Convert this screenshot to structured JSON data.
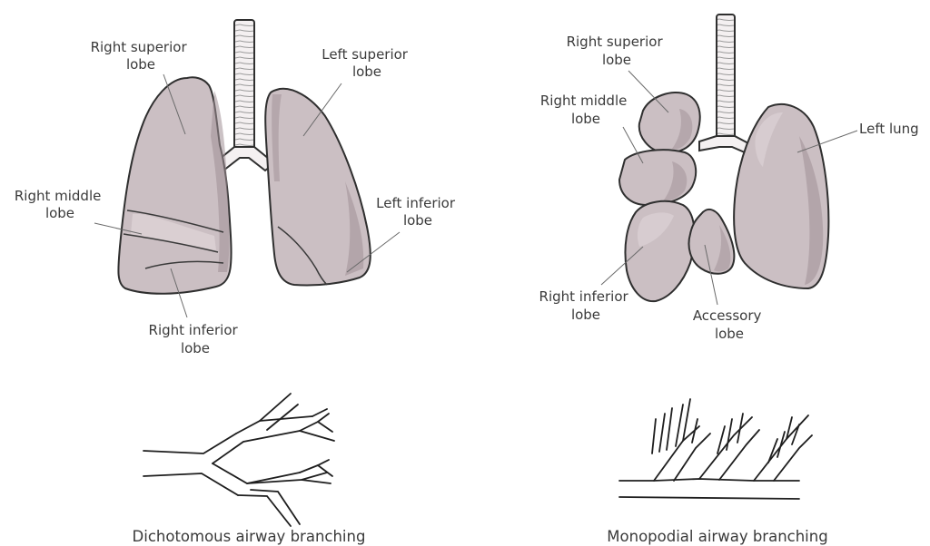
{
  "colors": {
    "lung_fill": "#cbbfc3",
    "lung_highlight": "#e0d6d9",
    "lung_shadow": "#a08f95",
    "outline": "#2f2f2f",
    "trachea_fill": "#f4f0f1",
    "text": "#3a3a3a"
  },
  "left_diagram": {
    "labels": {
      "right_superior": [
        "Right superior",
        "lobe"
      ],
      "left_superior": [
        "Left superior",
        "lobe"
      ],
      "right_middle": [
        "Right middle",
        "lobe"
      ],
      "left_inferior": [
        "Left inferior",
        "lobe"
      ],
      "right_inferior": [
        "Right inferior",
        "lobe"
      ]
    },
    "caption": "Dichotomous airway branching"
  },
  "right_diagram": {
    "labels": {
      "right_superior": [
        "Right superior",
        "lobe"
      ],
      "right_middle": [
        "Right middle",
        "lobe"
      ],
      "left_lung": [
        "Left lung"
      ],
      "right_inferior": [
        "Right inferior",
        "lobe"
      ],
      "accessory": [
        "Accessory",
        "lobe"
      ]
    },
    "caption": "Monopodial airway branching"
  }
}
